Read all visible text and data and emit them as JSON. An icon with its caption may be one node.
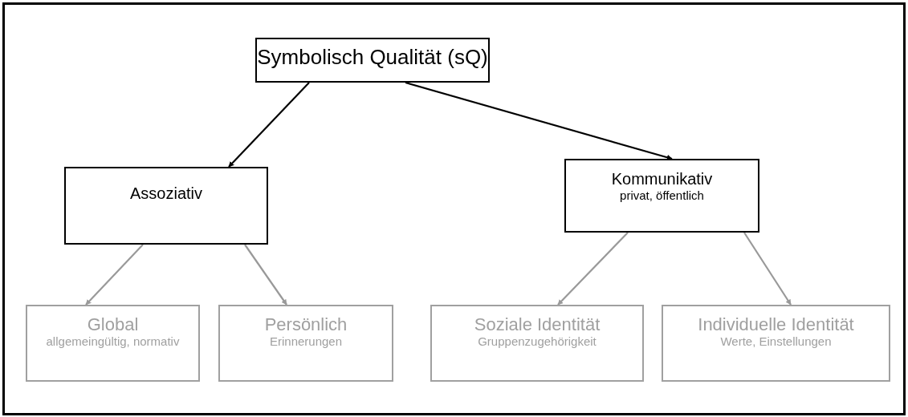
{
  "diagram": {
    "nodes": [
      {
        "text": [
          "Symbolisch Qualität (sQ)"
        ]
      },
      {
        "text": [
          "Assoziativ"
        ]
      },
      {
        "text": [
          "Kommunikativ",
          "privat, öffentlich"
        ]
      },
      {
        "text": [
          "Global",
          "allgemeingültig, normativ"
        ]
      },
      {
        "text": [
          "Persönlich",
          "Erinnerungen"
        ]
      },
      {
        "text": [
          "Soziale Identität",
          "Gruppenzugehörigkeit"
        ]
      },
      {
        "text": [
          "Individuelle Identität",
          "Werte, Einstellungen"
        ]
      }
    ],
    "edges": [
      {
        "from": 0,
        "to": 1,
        "arrow": "to",
        "color": "#000000"
      },
      {
        "from": 0,
        "to": 2,
        "arrow": "to",
        "color": "#000000"
      },
      {
        "from": 1,
        "to": 3,
        "arrow": "to"
      },
      {
        "from": 1,
        "to": 4,
        "arrow": "to"
      },
      {
        "from": 2,
        "to": 5,
        "arrow": "to"
      },
      {
        "from": 2,
        "to": 6,
        "arrow": "to"
      }
    ]
  }
}
